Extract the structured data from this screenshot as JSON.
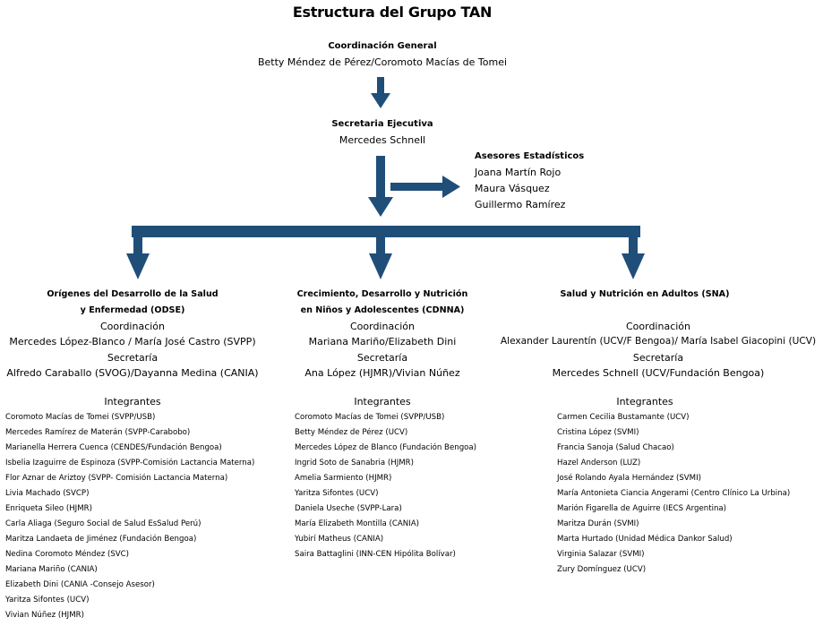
{
  "title": "Estructura del Grupo TAN",
  "coordinacion_general": {
    "heading": "Coordinación General",
    "names": "Betty Méndez de Pérez/Coromoto Macías de Tomei"
  },
  "secretaria_ejecutiva": {
    "heading": "Secretaria Ejecutiva",
    "names": "Mercedes Schnell"
  },
  "asesores": {
    "heading": "Asesores Estadísticos",
    "members": [
      "Joana Martín Rojo",
      "Maura Vásquez",
      "Guillermo Ramírez"
    ]
  },
  "colors": {
    "connector": "#1f4e79"
  },
  "groups": [
    {
      "heading_line1": "Orígenes del Desarrollo de la Salud",
      "heading_line2": "y Enfermedad (ODSE)",
      "coordinacion_label": "Coordinación",
      "coordinacion": "Mercedes López-Blanco / María José Castro (SVPP)",
      "secretaria_label": "Secretaría",
      "secretaria": "Alfredo Caraballo (SVOG)/Dayanna Medina (CANIA)",
      "integrantes_label": "Integrantes",
      "integrantes": [
        "Coromoto Macías de Tomei (SVPP/USB)",
        "Mercedes Ramírez de Materán (SVPP-Carabobo)",
        "Marianella Herrera Cuenca (CENDES/Fundación Bengoa)",
        "Isbelia Izaguirre de Espinoza (SVPP-Comisión Lactancia Materna)",
        "Flor Aznar de Ariztoy (SVPP- Comisión Lactancia Materna)",
        "Livia Machado (SVCP)",
        "Enriqueta Sileo (HJMR)",
        "Carla Aliaga (Seguro Social de Salud EsSalud Perú)",
        "Maritza Landaeta de Jiménez (Fundación Bengoa)",
        "Nedina Coromoto Méndez (SVC)",
        "Mariana Mariño (CANIA)",
        "Elizabeth Dini (CANIA -Consejo Asesor)",
        "Yaritza Sifontes (UCV)",
        "Vivian Núñez (HJMR)"
      ]
    },
    {
      "heading_line1": "Crecimiento, Desarrollo y Nutrición",
      "heading_line2": "en Niños y Adolescentes (CDNNA)",
      "coordinacion_label": "Coordinación",
      "coordinacion": "Mariana Mariño/Elizabeth Dini",
      "secretaria_label": "Secretaría",
      "secretaria": "Ana López (HJMR)/Vivian Núñez",
      "integrantes_label": "Integrantes",
      "integrantes": [
        "Coromoto Macías de Tomei (SVPP/USB)",
        "Betty Méndez de Pérez (UCV)",
        "Mercedes López de Blanco (Fundación Bengoa)",
        "Ingrid Soto de Sanabria (HJMR)",
        "Amelia Sarmiento (HJMR)",
        "Yaritza Sifontes (UCV)",
        "Daniela Useche (SVPP-Lara)",
        "María Elizabeth Montilla (CANIA)",
        "Yubirí Matheus (CANIA)",
        "Saira Battaglini (INN-CEN Hipólita Bolívar)"
      ]
    },
    {
      "heading_line1": "Salud y Nutrición en Adultos (SNA)",
      "heading_line2": "",
      "coordinacion_label": "Coordinación",
      "coordinacion": "Alexander Laurentín (UCV/F Bengoa)/ María Isabel Giacopini (UCV)",
      "secretaria_label": "Secretaría",
      "secretaria": "Mercedes Schnell (UCV/Fundación Bengoa)",
      "integrantes_label": "Integrantes",
      "integrantes": [
        "Carmen Cecilia Bustamante (UCV)",
        "Cristina López (SVMI)",
        "Francia Sanoja (Salud Chacao)",
        "Hazel Anderson (LUZ)",
        "José Rolando Ayala Hernández (SVMI)",
        "María Antonieta Ciancia Angerami (Centro Clínico La Urbina)",
        "Marión Figarella de Aguirre (IECS Argentina)",
        "Maritza Durán (SVMI)",
        "Marta Hurtado (Unidad Médica Dankor Salud)",
        "Virginia Salazar (SVMI)",
        "Zury Domínguez (UCV)"
      ]
    }
  ]
}
